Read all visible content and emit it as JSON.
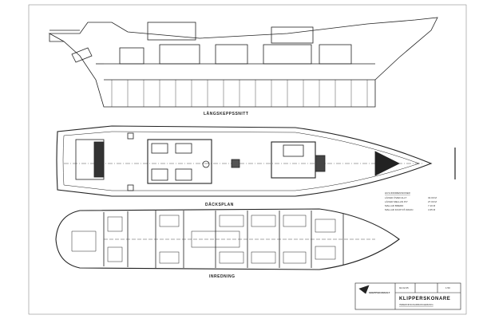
{
  "views": {
    "profile_label": "LÄNGSKEPPSSNITT",
    "deck_label": "DÄCKSPLAN",
    "interior_label": "INREDNING"
  },
  "dimensions": {
    "heading": "HUVUDDIMENSIONER",
    "rows": [
      {
        "label": "LÄNGD ÖVER ALLT",
        "value": "32.00 M"
      },
      {
        "label": "LÄNGD MELLAN P.P",
        "value": "27.00 M"
      },
      {
        "label": "MALLAD BREDD",
        "value": "7.10 M"
      },
      {
        "label": "MALLAD DJUP PÅ SIDAN",
        "value": "4.35 M"
      }
    ]
  },
  "title_block": {
    "company": "SKEPPSKONSULT",
    "title": "KLIPPERSKONARE",
    "subtitle": "INREDNINGSARRANGEMANG",
    "date": "92.02.05",
    "scale": "1:50"
  }
}
